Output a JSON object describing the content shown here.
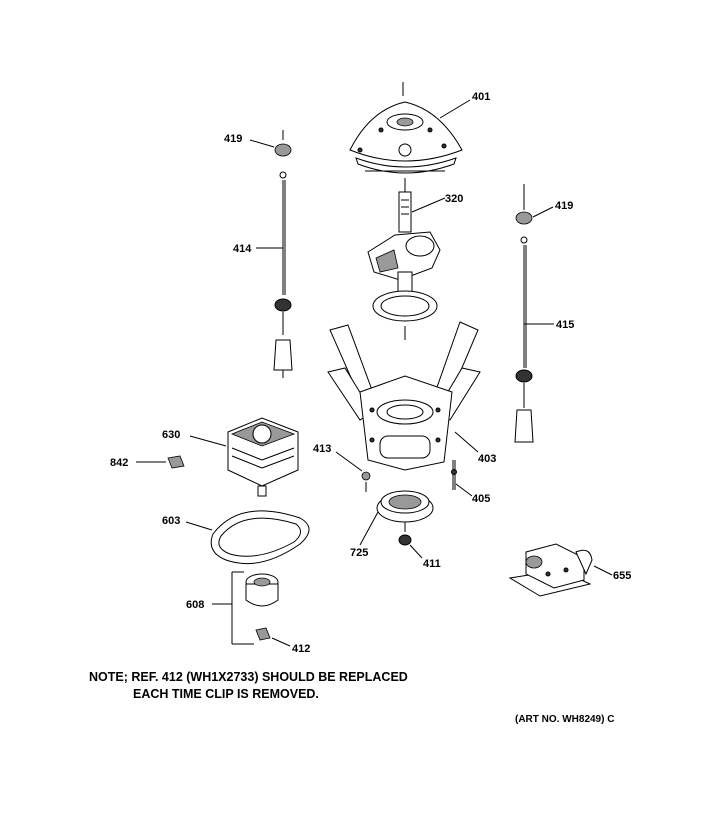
{
  "parts": [
    {
      "id": "p401",
      "ref": "401"
    },
    {
      "id": "p419a",
      "ref": "419"
    },
    {
      "id": "p419b",
      "ref": "419"
    },
    {
      "id": "p320",
      "ref": "320"
    },
    {
      "id": "p414",
      "ref": "414"
    },
    {
      "id": "p415",
      "ref": "415"
    },
    {
      "id": "p630",
      "ref": "630"
    },
    {
      "id": "p842",
      "ref": "842"
    },
    {
      "id": "p413",
      "ref": "413"
    },
    {
      "id": "p403",
      "ref": "403"
    },
    {
      "id": "p405",
      "ref": "405"
    },
    {
      "id": "p603",
      "ref": "603"
    },
    {
      "id": "p725",
      "ref": "725"
    },
    {
      "id": "p411",
      "ref": "411"
    },
    {
      "id": "p655",
      "ref": "655"
    },
    {
      "id": "p608",
      "ref": "608"
    },
    {
      "id": "p412",
      "ref": "412"
    }
  ],
  "note": {
    "line1": "NOTE; REF. 412 (WH1X2733) SHOULD BE REPLACED",
    "line2": "EACH TIME CLIP IS REMOVED."
  },
  "art_number": "(ART NO. WH8249) C"
}
